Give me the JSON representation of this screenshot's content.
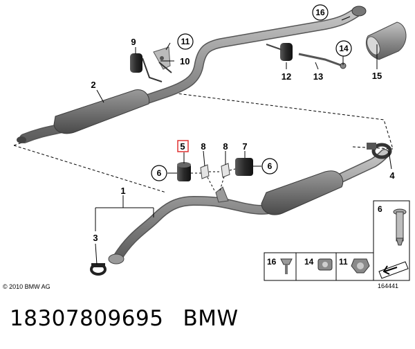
{
  "diagram": {
    "callouts": {
      "c1": "1",
      "c2": "2",
      "c3": "3",
      "c4": "4",
      "c5": "5",
      "c6a": "6",
      "c6b": "6",
      "c6c": "6",
      "c7": "7",
      "c8a": "8",
      "c8b": "8",
      "c9": "9",
      "c10": "10",
      "c11": "11",
      "c12": "12",
      "c13": "13",
      "c14": "14",
      "c15": "15",
      "c16": "16"
    },
    "legend": {
      "l16": "16",
      "l14": "14",
      "l11": "11"
    },
    "copyright": "© 2010 BMW AG",
    "figure_number": "164441",
    "highlight_color": "#e03030"
  },
  "caption": {
    "part_number": "18307809695",
    "brand": "BMW"
  }
}
